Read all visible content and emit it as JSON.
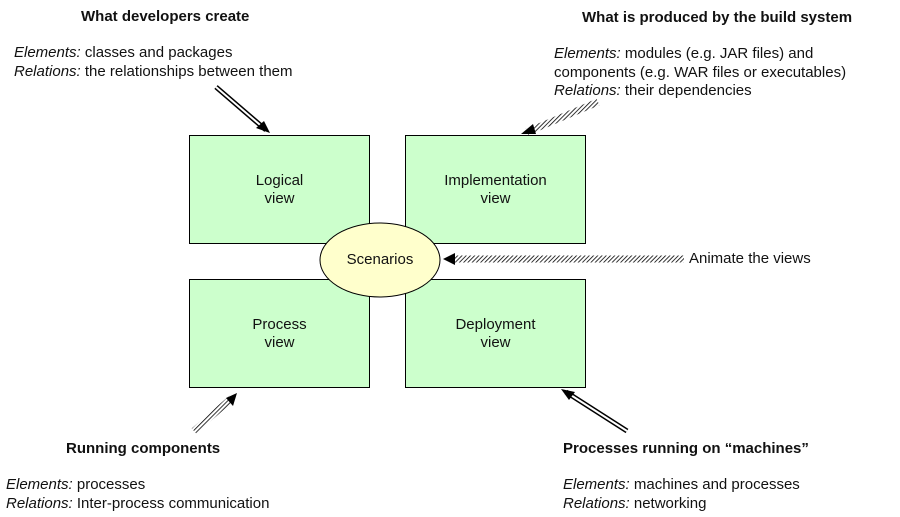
{
  "top_left": {
    "heading": "What developers create",
    "line1_key": "Elements:",
    "line1_val": " classes and packages",
    "line2_key": "Relations:",
    "line2_val": " the relationships between them"
  },
  "top_right": {
    "heading": "What is produced by the build system",
    "line1_key": "Elements:",
    "line1_val": " modules (e.g. JAR files) and",
    "line2_val": "components (e.g. WAR files or executables)",
    "line3_key": "Relations:",
    "line3_val": "  their dependencies"
  },
  "bottom_left": {
    "heading": "Running components",
    "line1_key": "Elements:",
    "line1_val": " processes",
    "line2_key": "Relations:",
    "line2_val": " Inter-process communication"
  },
  "bottom_right": {
    "heading": "Processes running on “machines”",
    "line1_key": "Elements:",
    "line1_val": " machines and processes",
    "line2_key": "Relations:",
    "line2_val": " networking"
  },
  "views": {
    "logical": [
      "Logical",
      "view"
    ],
    "implementation": [
      "Implementation",
      "view"
    ],
    "process": [
      "Process",
      "view"
    ],
    "deployment": [
      "Deployment",
      "view"
    ]
  },
  "scenarios": "Scenarios",
  "animate": "Animate the views",
  "colors": {
    "box_fill": "#ccffcc",
    "ellipse_fill": "#ffffcc",
    "border": "#000000"
  }
}
